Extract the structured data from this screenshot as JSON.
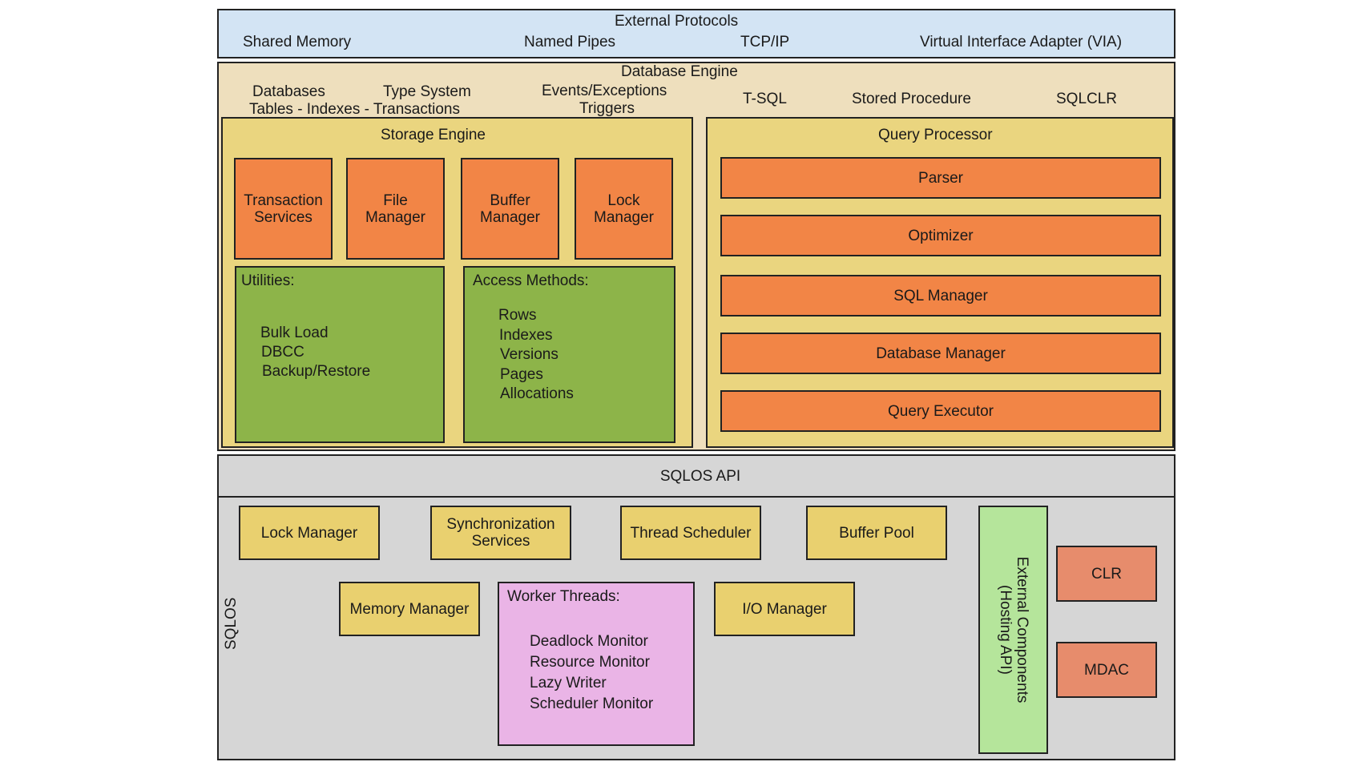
{
  "external_protocols": {
    "title": "External Protocols",
    "items": [
      "Shared Memory",
      "Named Pipes",
      "TCP/IP",
      "Virtual Interface Adapter (VIA)"
    ]
  },
  "database_engine": {
    "title": "Database Engine",
    "labels": {
      "databases": "Databases",
      "type_system": "Type System",
      "tables_line": "Tables - Indexes - Transactions",
      "events": "Events/Exceptions",
      "triggers": "Triggers",
      "tsql": "T-SQL",
      "stored_procedure": "Stored Procedure",
      "sqlclr": "SQLCLR"
    },
    "storage_engine": {
      "title": "Storage Engine",
      "components": [
        {
          "line1": "Transaction",
          "line2": "Services"
        },
        {
          "line1": "File",
          "line2": "Manager"
        },
        {
          "line1": "Buffer",
          "line2": "Manager"
        },
        {
          "line1": "Lock",
          "line2": "Manager"
        }
      ],
      "utilities": {
        "title": "Utilities:",
        "items": [
          "Bulk Load",
          "DBCC",
          "Backup/Restore"
        ]
      },
      "access_methods": {
        "title": "Access Methods:",
        "items": [
          "Rows",
          "Indexes",
          "Versions",
          "Pages",
          "Allocations"
        ]
      }
    },
    "query_processor": {
      "title": "Query Processor",
      "components": [
        "Parser",
        "Optimizer",
        "SQL Manager",
        "Database Manager",
        "Query Executor"
      ]
    }
  },
  "sqlos_api": {
    "title": "SQLOS API"
  },
  "sqlos": {
    "title": "SQLOS",
    "lock_manager": "Lock Manager",
    "sync_services": {
      "line1": "Synchronization",
      "line2": "Services"
    },
    "thread_scheduler": "Thread Scheduler",
    "buffer_pool": "Buffer Pool",
    "memory_manager": "Memory Manager",
    "io_manager": "I/O Manager",
    "worker_threads": {
      "title": "Worker Threads:",
      "items": [
        "Deadlock Monitor",
        "Resource Monitor",
        "Lazy Writer",
        "Scheduler Monitor"
      ]
    },
    "external_components": {
      "line1": "External Components",
      "line2": "(Hosting API)"
    },
    "clr": "CLR",
    "mdac": "MDAC"
  },
  "colors": {
    "protocols": "#d3e4f4",
    "engine": "#eedfbd",
    "subsystem": "#ead57f",
    "component": "#f28546",
    "group": "#8db449",
    "sqlos": "#d6d6d6",
    "sqlos_component": "#e9d06f",
    "worker_threads": "#eab4e6",
    "external": "#b5e59b",
    "hosted": "#e78c6c"
  }
}
